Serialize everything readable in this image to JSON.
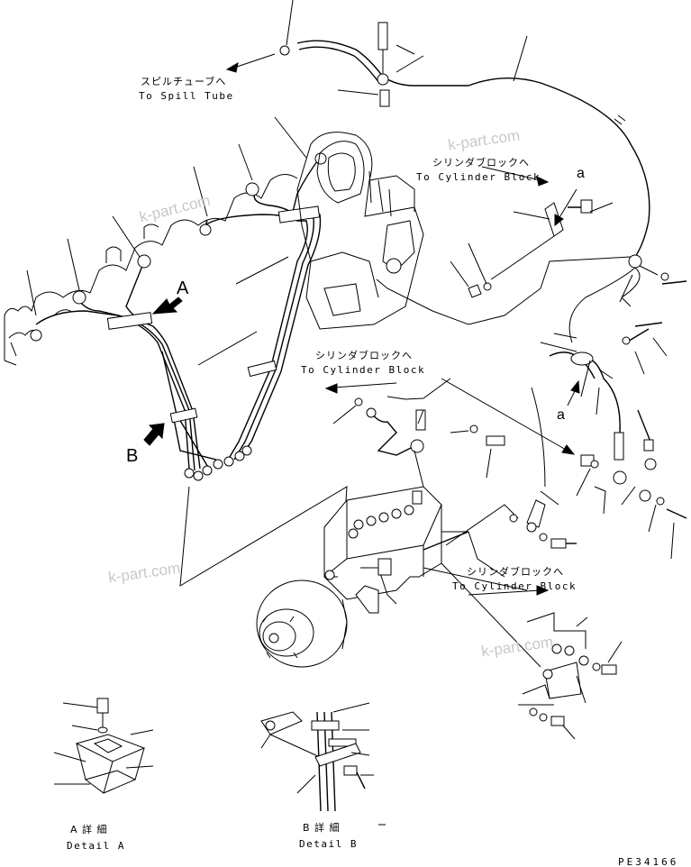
{
  "labels": {
    "spill_jp": "スピルチューブへ",
    "spill_en": "To Spill Tube",
    "cyl1_jp": "シリンダブロックへ",
    "cyl1_en": "To Cylinder Block",
    "cyl2_jp": "シリンダブロックへ",
    "cyl2_en": "To Cylinder Block",
    "cyl3_jp": "シリンダブロックへ",
    "cyl3_en": "To Cylinder Block",
    "detail_a_jp": "A 詳 細",
    "detail_a_en": "Detail A",
    "detail_b_jp": "B 詳 細",
    "detail_b_en": "Detail B",
    "callout_a1": "a",
    "callout_a2": "a",
    "arrow_a": "A",
    "arrow_b": "B"
  },
  "watermarks": [
    "k-part.com",
    "k-part.com",
    "k-part.com",
    "k-part.com"
  ],
  "drawing_code": "PE34166",
  "colors": {
    "line": "#000000",
    "watermark": "#c8c8c8",
    "background": "#ffffff"
  }
}
